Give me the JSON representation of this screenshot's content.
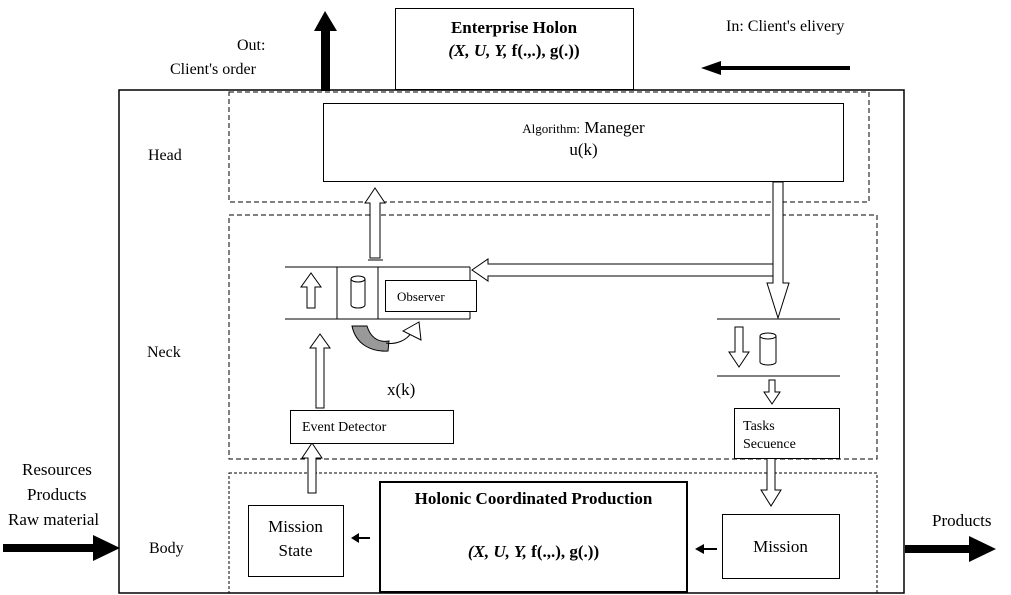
{
  "enterprise": {
    "title": "Enterprise Holon",
    "formula_vars": "(X, U, Y,",
    "formula_funcs": "f(.,.), g(.))"
  },
  "out": {
    "label": "Out:",
    "value": "Client's order"
  },
  "in_label": "In: Client's elivery",
  "levels": {
    "head": "Head",
    "neck": "Neck",
    "body": "Body"
  },
  "manager": {
    "prefix": "Algorithm:",
    "name": "Maneger",
    "signal": "u(k)"
  },
  "observer": "Observer",
  "state_signal": "x(k)",
  "event_detector": "Event Detector",
  "tasks": {
    "line1": "Tasks",
    "line2": "Secuence"
  },
  "production": {
    "title": "Holonic Coordinated Production",
    "formula_vars": "(X, U, Y,",
    "formula_funcs": "f(.,.), g(.))"
  },
  "mission_state": {
    "line1": "Mission",
    "line2": "State"
  },
  "mission": "Mission",
  "inputs": {
    "line1": "Resources",
    "line2": "Products",
    "line3": "Raw material"
  },
  "outputs": "Products"
}
